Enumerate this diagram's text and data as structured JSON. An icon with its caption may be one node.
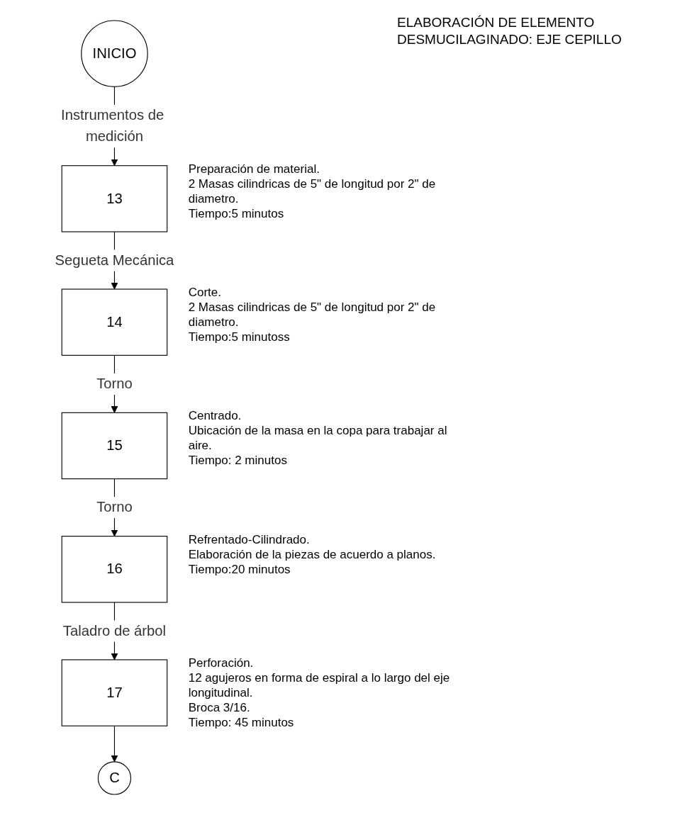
{
  "diagram": {
    "title": "ELABORACIÓN DE ELEMENTO DESMUCILAGINADO: EJE CEPILLO",
    "nodes": [
      {
        "text": [
          "INICIO"
        ]
      },
      {
        "text": [
          "13"
        ],
        "beside": [
          "Preparación de material.",
          "2 Masas cilindricas de 5\" de longitud por 2\" de diametro.",
          "Tiempo:5 minutos"
        ]
      },
      {
        "text": [
          "14"
        ],
        "beside": [
          "Corte.",
          "2 Masas cilindricas de 5\" de longitud por 2\" de diametro.",
          "Tiempo:5 minutoss"
        ]
      },
      {
        "text": [
          "15"
        ],
        "beside": [
          "Centrado.",
          "Ubicación de la masa en la copa para trabajar al aire.",
          "Tiempo: 2 minutos"
        ]
      },
      {
        "text": [
          "16"
        ],
        "beside": [
          "Refrentado-Cilindrado.",
          "Elaboración de la piezas de acuerdo a planos.",
          "Tiempo:20 minutos"
        ]
      },
      {
        "text": [
          "17"
        ],
        "beside": [
          "Perforación.",
          "12 agujeros en forma de espiral a lo largo del eje longitudinal.",
          "Broca 3/16.",
          "Tiempo: 45 minutos"
        ]
      },
      {
        "text": [
          "C"
        ]
      }
    ],
    "edges": [
      {
        "from": 0,
        "to": 1,
        "arrow": "to",
        "label": "Instrumentos de medición"
      },
      {
        "from": 1,
        "to": 2,
        "arrow": "to",
        "label": "Segueta Mecánica"
      },
      {
        "from": 2,
        "to": 3,
        "arrow": "to",
        "label": "Torno"
      },
      {
        "from": 3,
        "to": 4,
        "arrow": "to",
        "label": "Torno"
      },
      {
        "from": 4,
        "to": 5,
        "arrow": "to",
        "label": "Taladro de árbol"
      },
      {
        "from": 5,
        "to": 6,
        "arrow": "to"
      }
    ]
  }
}
